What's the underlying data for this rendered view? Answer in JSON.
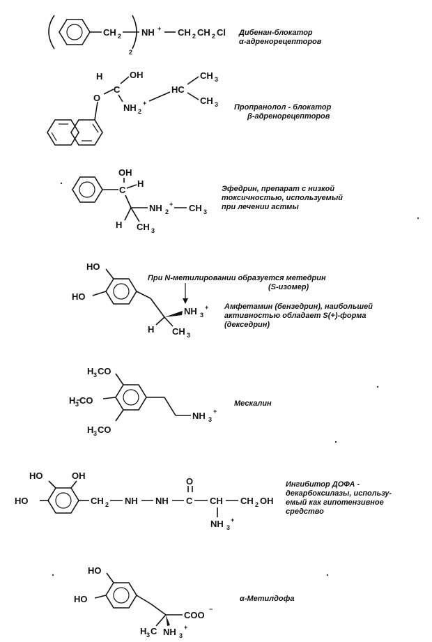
{
  "dibenamine": {
    "left": "CH",
    "left_sub": "2",
    "group_sub": "2",
    "amine": "NH",
    "chain": "CH",
    "chain_sub1": "2",
    "chain_mid": "CH",
    "chain_sub2": "2",
    "chain_end": "Cl",
    "plus": "+",
    "caption_1": "Дибенан-блокатор",
    "caption_2": "α-адренорецепторов"
  },
  "propranolol": {
    "h": "H",
    "oh": "OH",
    "c": "C",
    "o": "O",
    "nh": "NH",
    "nh_sub": "2",
    "plus": "+",
    "hc": "HC",
    "ch": "CH",
    "ch_sub": "3",
    "caption_1": "Пропранолол - блокатор",
    "caption_2": "β-адренорецепторов"
  },
  "ephedrine": {
    "oh": "OH",
    "h": "H",
    "c": "C",
    "nh": "NH",
    "nh_sub": "2",
    "plus": "+",
    "ch": "CH",
    "ch_sub": "3",
    "caption_1": "Эфедрин, препарат с низкой",
    "caption_2": "токсичностью, используемый",
    "caption_3": "при лечении астмы"
  },
  "amphetamine": {
    "ho": "HO",
    "nh": "NH",
    "nh_sub": "3",
    "plus": "+",
    "h": "H",
    "ch": "CH",
    "ch_sub": "3",
    "note_1": "При N-метилировании образуется метедрин",
    "note_2": "(S-изомер)",
    "caption_1": "Амфетамин (бензедрин), наибольшей",
    "caption_2": "активностью обладает S(+)-форма",
    "caption_3": "(декседрин)"
  },
  "mescaline": {
    "h3co": "H",
    "h3co_sub": "3",
    "h3co_rest": "CO",
    "nh": "NH",
    "nh_sub": "3",
    "plus": "+",
    "caption": "Мескалин"
  },
  "dopa_inhibitor": {
    "ho": "HO",
    "oh": "OH",
    "ch": "CH",
    "ch_sub": "2",
    "nh": "NH",
    "o": "O",
    "c": "C",
    "cap_ch": "CH",
    "oh_end": "OH",
    "nh3": "NH",
    "nh3_sub": "3",
    "plus": "+",
    "caption_1": "Ингибитор ДОФА -",
    "caption_2": "декарбоксилазы, использу-",
    "caption_3": "емый как гипотензивное",
    "caption_4": "средство"
  },
  "methyldopa": {
    "ho": "HO",
    "coo": "COO",
    "minus": "−",
    "h3c": "H",
    "h3c_sub": "3",
    "h3c_c": "C",
    "nh": "NH",
    "nh_sub": "3",
    "plus": "+",
    "caption": "α-Метилдофа"
  }
}
